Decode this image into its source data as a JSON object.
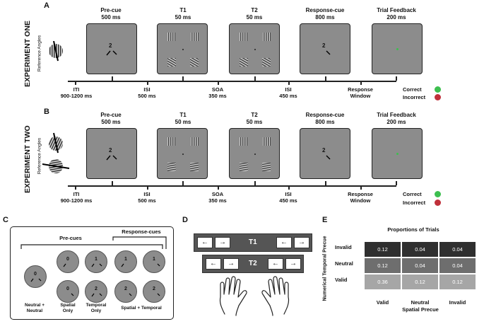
{
  "panels": {
    "a": "A",
    "b": "B",
    "c": "C",
    "d": "D",
    "e": "E"
  },
  "experiments": {
    "one": {
      "title": "EXPERIMENT ONE"
    },
    "two": {
      "title": "EXPERIMENT TWO"
    },
    "reference_label": "Reference Angles"
  },
  "frames": [
    {
      "name": "Pre-cue",
      "dur": "500 ms"
    },
    {
      "name": "T1",
      "dur": "50 ms"
    },
    {
      "name": "T2",
      "dur": "50 ms"
    },
    {
      "name": "Response-cue",
      "dur": "800 ms"
    },
    {
      "name": "Trial Feedback",
      "dur": "200 ms"
    }
  ],
  "cue_number": "2",
  "intervals": [
    {
      "line1": "ITI",
      "line2": "900-1200 ms"
    },
    {
      "line1": "ISI",
      "line2": "500 ms"
    },
    {
      "line1": "SOA",
      "line2": "350 ms"
    },
    {
      "line1": "ISI",
      "line2": "450 ms"
    },
    {
      "line1": "Response",
      "line2": "Window"
    }
  ],
  "feedback": {
    "correct": "Correct",
    "incorrect": "Incorrect",
    "correct_color": "#3dbf4f",
    "incorrect_color": "#c0303a"
  },
  "panel_c": {
    "precues_label": "Pre-cues",
    "responsecues_label": "Response-cues",
    "numbers": {
      "neutral": "0",
      "top1": "0",
      "top2": "1",
      "top3": "1",
      "top4": "1",
      "bot1": "0",
      "bot2": "2",
      "bot3": "2",
      "bot4": "2"
    },
    "captions": {
      "neutral": "Neutral +\nNeutral",
      "spatial": "Spatial\nOnly",
      "temporal": "Temporal\nOnly",
      "both": "Spatial + Temporal"
    }
  },
  "panel_d": {
    "row1": "T1",
    "row2": "T2",
    "left_arrow": "←",
    "right_arrow": "→"
  },
  "panel_e": {
    "title": "Proportions of Trials",
    "ylabel": "Numerical Temporal Precue",
    "xlabel": "Spatial Precue",
    "rows": [
      "Invalid",
      "Neutral",
      "Valid"
    ],
    "cols": [
      "Valid",
      "Neutral",
      "Invalid"
    ],
    "values": [
      [
        "0.12",
        "0.04",
        "0.04"
      ],
      [
        "0.12",
        "0.04",
        "0.04"
      ],
      [
        "0.36",
        "0.12",
        "0.12"
      ]
    ],
    "row_colors": [
      "#2f2f2f",
      "#6e6e6e",
      "#a6a6a6"
    ]
  },
  "chart_data": {
    "type": "heatmap",
    "title": "Proportions of Trials",
    "xlabel": "Spatial Precue",
    "ylabel": "Numerical Temporal Precue",
    "x_categories": [
      "Valid",
      "Neutral",
      "Invalid"
    ],
    "y_categories": [
      "Invalid",
      "Neutral",
      "Valid"
    ],
    "values": [
      [
        0.12,
        0.04,
        0.04
      ],
      [
        0.12,
        0.04,
        0.04
      ],
      [
        0.36,
        0.12,
        0.12
      ]
    ]
  }
}
